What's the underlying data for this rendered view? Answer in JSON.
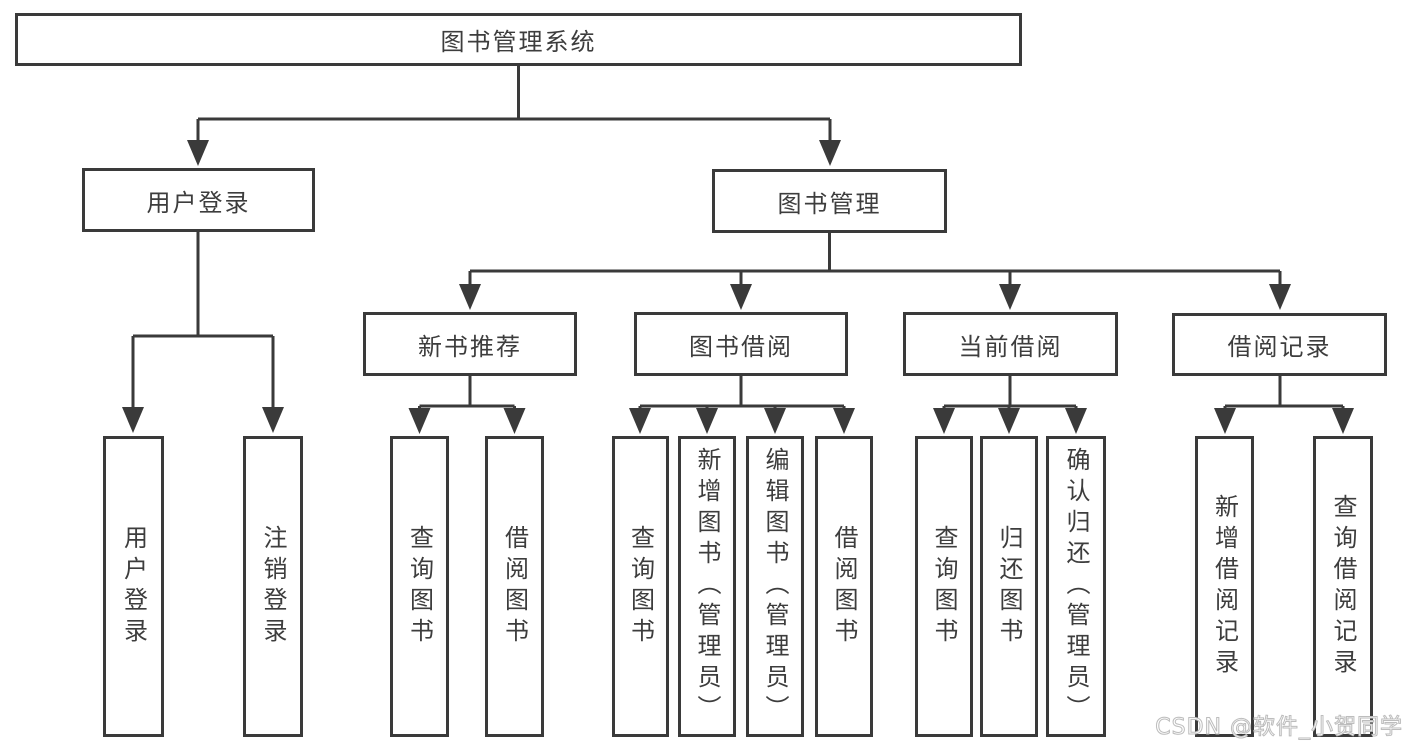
{
  "colors": {
    "line": "#3a3a3a",
    "box_border": "#3a3a3a",
    "text": "#3d3d3d",
    "background": "#ffffff",
    "watermark_stroke": "#bdbdbd"
  },
  "watermark": {
    "text": "CSDN @软件_小贺同学"
  },
  "tree": {
    "root": {
      "label": "图书管理系统"
    },
    "children": [
      {
        "label": "用户登录",
        "children": [
          {
            "label": "用户登录"
          },
          {
            "label": "注销登录"
          }
        ]
      },
      {
        "label": "图书管理",
        "children": [
          {
            "label": "新书推荐",
            "children": [
              {
                "label": "查询图书"
              },
              {
                "label": "借阅图书"
              }
            ]
          },
          {
            "label": "图书借阅",
            "children": [
              {
                "label": "查询图书"
              },
              {
                "label": "新增图书（管理员）"
              },
              {
                "label": "编辑图书（管理员）"
              },
              {
                "label": "借阅图书"
              }
            ]
          },
          {
            "label": "当前借阅",
            "children": [
              {
                "label": "查询图书"
              },
              {
                "label": "归还图书"
              },
              {
                "label": "确认归还（管理员）"
              }
            ]
          },
          {
            "label": "借阅记录",
            "children": [
              {
                "label": "新增借阅记录"
              },
              {
                "label": "查询借阅记录"
              }
            ]
          }
        ]
      }
    ]
  }
}
